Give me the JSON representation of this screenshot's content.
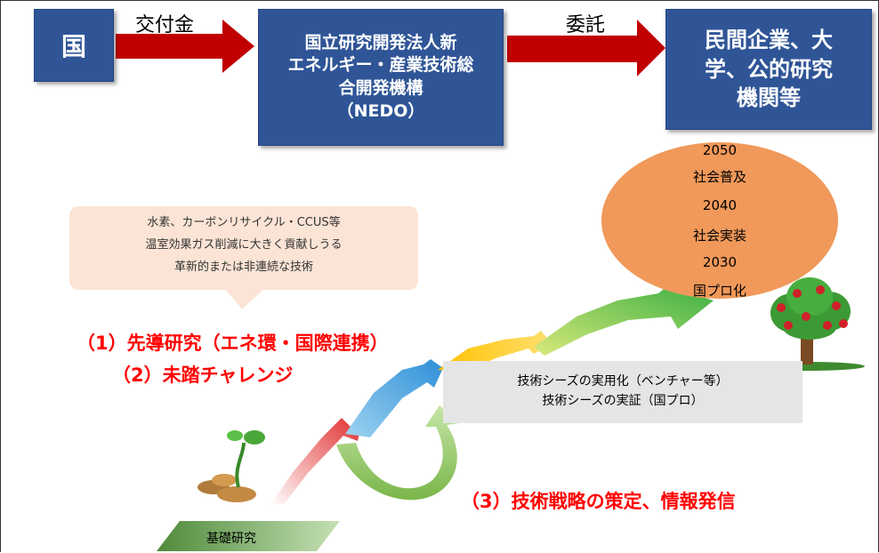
{
  "flow": {
    "govt": "国",
    "arrow1_label": "交付金",
    "nedo": "国立研究開発法人新\nエネルギー・産業技術総\n合開発機構\n（NEDO）",
    "arrow2_label": "委託",
    "private": "民間企業、大\n学、公的研究\n機関等"
  },
  "bubble_lines": [
    "水素、カーボンリサイクル・CCUS等",
    "温室効果ガス削減に大きく貢献しうる",
    "革新的または非連続な技術"
  ],
  "programs": {
    "lead": "（1）先導研究（エネ環・国際連携）",
    "challenge": "（2）未踏チャレンジ",
    "strategy": "（3）技術戦略の策定、情報発信"
  },
  "practical": [
    "技術シーズの実用化（ベンチャー等）",
    "技術シーズの実証（国プロ）"
  ],
  "milestones": [
    "2050",
    "社会普及",
    "2040",
    "社会実装",
    "2030",
    "国プロ化"
  ],
  "base": "基礎研究",
  "colors": {
    "box_blue": "#2f5597",
    "arrow_red": "#c00000",
    "highlight_red": "#ff0000",
    "oval_orange": "#f0995a"
  }
}
